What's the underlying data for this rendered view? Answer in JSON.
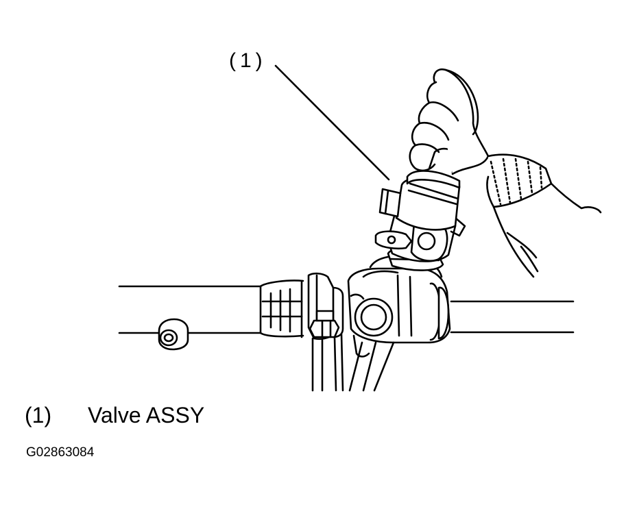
{
  "callout": {
    "label": "(1)"
  },
  "legend": [
    {
      "number": "(1)",
      "text": "Valve ASSY"
    }
  ],
  "figure_code": "G02863084"
}
